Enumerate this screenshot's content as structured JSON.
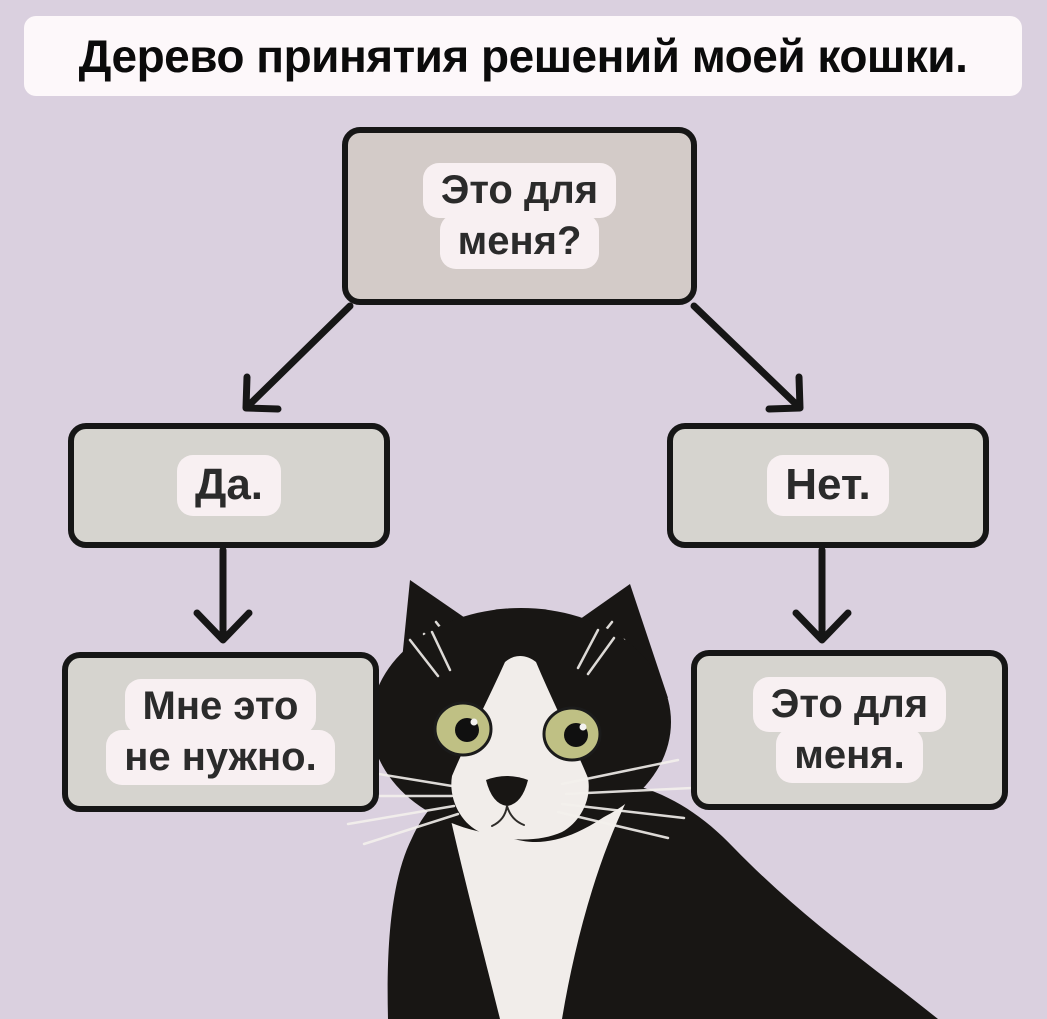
{
  "title": "Дерево принятия решений моей кошки.",
  "tree": {
    "root": {
      "line1": "Это для",
      "line2": "меня?"
    },
    "left_child": {
      "label": "Да."
    },
    "right_child": {
      "label": "Нет."
    },
    "left_leaf": {
      "line1": "Мне это",
      "line2": "не нужно."
    },
    "right_leaf": {
      "line1": "Это для",
      "line2": "меня."
    }
  },
  "colors": {
    "background": "#dad0df",
    "title_bg": "#fdf8fa",
    "title_text": "#0b0b0b",
    "root_fill": "#d3cbc8",
    "node_fill": "#d6d4cf",
    "pill": "#f8f0f2",
    "border": "#161616",
    "text": "#2b2b2b",
    "cat_black": "#181614",
    "cat_white": "#f1edea",
    "cat_eye": "#bfc084"
  }
}
